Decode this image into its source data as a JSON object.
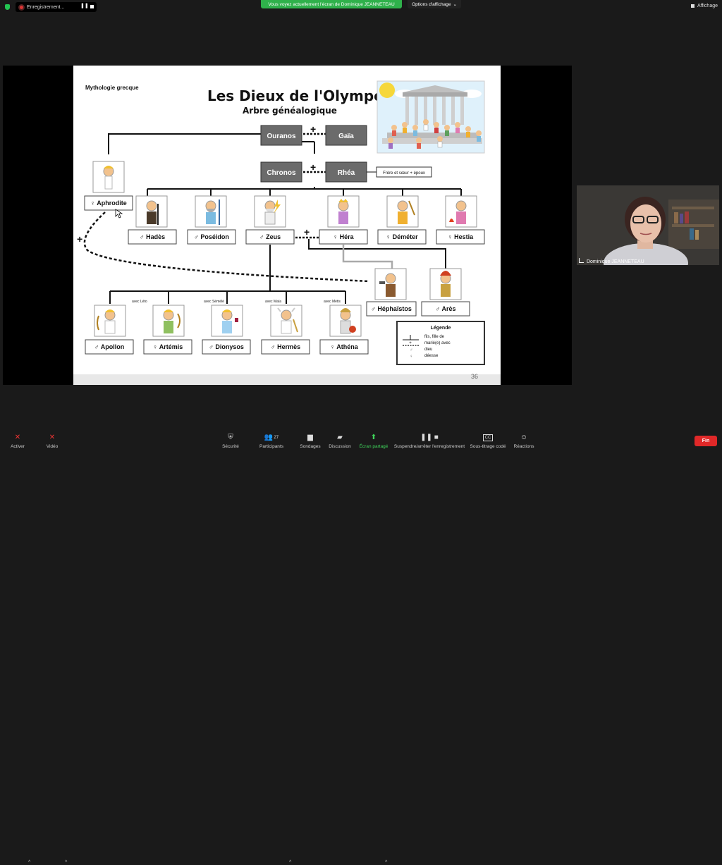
{
  "top": {
    "recording_label": "Enregistrement...",
    "share_banner": "Vous voyez actuellement l'écran de Dominique JEANNETEAU",
    "view_options": "Options d'affichage",
    "view_options_arrow": "⌄",
    "affichage": "Affichage",
    "pause_glyph": "❚❚"
  },
  "slide": {
    "corner_title": "Mythologie grecque",
    "title": "Les Dieux de l'Olympe",
    "subtitle": "Arbre généalogique",
    "page_number": "36",
    "sibling_note": "Frère et sœur + époux",
    "plus": "+",
    "gods": {
      "ouranos": "Ouranos",
      "gaia": "Gaïa",
      "chronos": "Chronos",
      "rhea": "Rhéa",
      "aphrodite": "♀ Aphrodite",
      "hades": "♂ Hadès",
      "poseidon": "♂ Poséidon",
      "zeus": "♂ Zeus",
      "hera": "♀ Héra",
      "demeter": "♀ Déméter",
      "hestia": "♀ Hestia",
      "hephaistos": "♂ Héphaïstos",
      "ares": "♂ Arès",
      "apollon": "♂ Apollon",
      "artemis": "♀ Artémis",
      "dionysos": "♂ Dionysos",
      "hermes": "♂ Hermès",
      "athena": "♀ Athéna"
    },
    "avec": {
      "leto": "avec Léto",
      "semele": "avec Sémélé",
      "maia": "avec Maïa",
      "metis": "avec Métis"
    },
    "legend": {
      "title": "Légende",
      "son_daughter": "fils, fille de",
      "married": "marié(e) avec",
      "god": "dieu",
      "goddess": "déesse",
      "male_sym": "♂",
      "female_sym": "♀"
    }
  },
  "camera": {
    "participant_name": "Dominique JEANNETEAU"
  },
  "toolbar": {
    "activer": "Activer",
    "video": "Vidéo",
    "securite": "Sécurité",
    "participants": "Participants",
    "participants_count": "27",
    "sondages": "Sondages",
    "discussion": "Discussion",
    "ecran_partage": "Écran partagé",
    "suspendre": "Suspendre/arrêter l'enregistrement",
    "sous_titrage": "Sous-titrage codé",
    "cc": "CC",
    "reactions": "Réactions",
    "fin": "Fin",
    "caret": "^"
  },
  "colors": {
    "grey_box": "#6b6b6b",
    "share_green": "#2fb14b",
    "end_red": "#e02828"
  }
}
